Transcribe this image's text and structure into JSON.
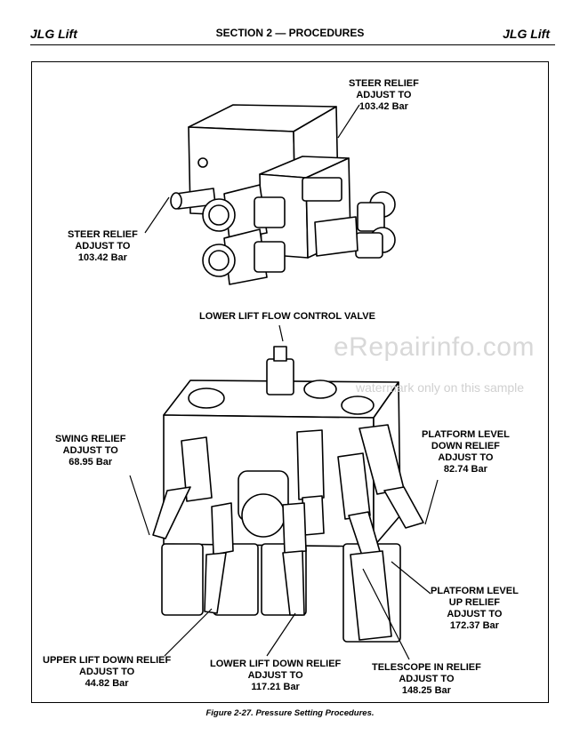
{
  "header": {
    "left_brand": "JLG Lift",
    "section": "SECTION 2 — PROCEDURES",
    "right_brand": "JLG Lift"
  },
  "labels": {
    "steer_relief_top": [
      "STEER RELIEF",
      "ADJUST TO",
      "103.42 Bar"
    ],
    "steer_relief_left": [
      "STEER RELIEF",
      "ADJUST TO",
      "103.42 Bar"
    ],
    "lower_lift_flow": [
      "LOWER LIFT FLOW CONTROL VALVE"
    ],
    "swing_relief": [
      "SWING RELIEF",
      "ADJUST TO",
      "68.95 Bar"
    ],
    "platform_level_down": [
      "PLATFORM LEVEL",
      "DOWN RELIEF",
      "ADJUST TO",
      "82.74 Bar"
    ],
    "platform_level_up": [
      "PLATFORM LEVEL",
      "UP RELIEF",
      "ADJUST TO",
      "172.37 Bar"
    ],
    "upper_lift_down": [
      "UPPER LIFT DOWN RELIEF",
      "ADJUST TO",
      "44.82 Bar"
    ],
    "lower_lift_down": [
      "LOWER LIFT DOWN RELIEF",
      "ADJUST TO",
      "117.21 Bar"
    ],
    "telescope_in": [
      "TELESCOPE IN RELIEF",
      "ADJUST TO",
      "148.25 Bar"
    ]
  },
  "watermark": {
    "site": "eRepairinfo.com",
    "note": "watermark only on this sample"
  },
  "caption": "Figure 2-27. Pressure Setting Procedures."
}
